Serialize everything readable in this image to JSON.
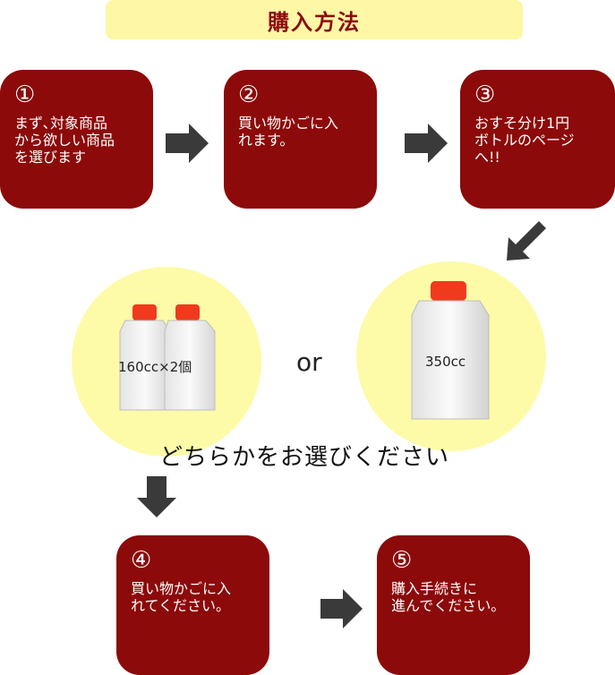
{
  "title": "購入方法",
  "steps": [
    {
      "num": "①",
      "text": "まず､対象商品\nから欲しい商品\nを選びます"
    },
    {
      "num": "②",
      "text": "買い物かごに入\nれます。"
    },
    {
      "num": "③",
      "text": "おすそ分け1円\nボトルのページ\nへ!!"
    },
    {
      "num": "④",
      "text": "買い物かごに入\nれてください。"
    },
    {
      "num": "⑤",
      "text": "購入手続きに\n進んでください。"
    }
  ],
  "options": {
    "left_label": "160cc×2個",
    "right_label": "350cc",
    "or_text": "or"
  },
  "instruction": "どちらかをお選びください",
  "colors": {
    "step_bg": "#8c0a0a",
    "title_bg": "#fdf7a6",
    "circle_bg": "#fdfba8",
    "arrow": "#3a3a3a",
    "cap": "#f03a1e"
  }
}
